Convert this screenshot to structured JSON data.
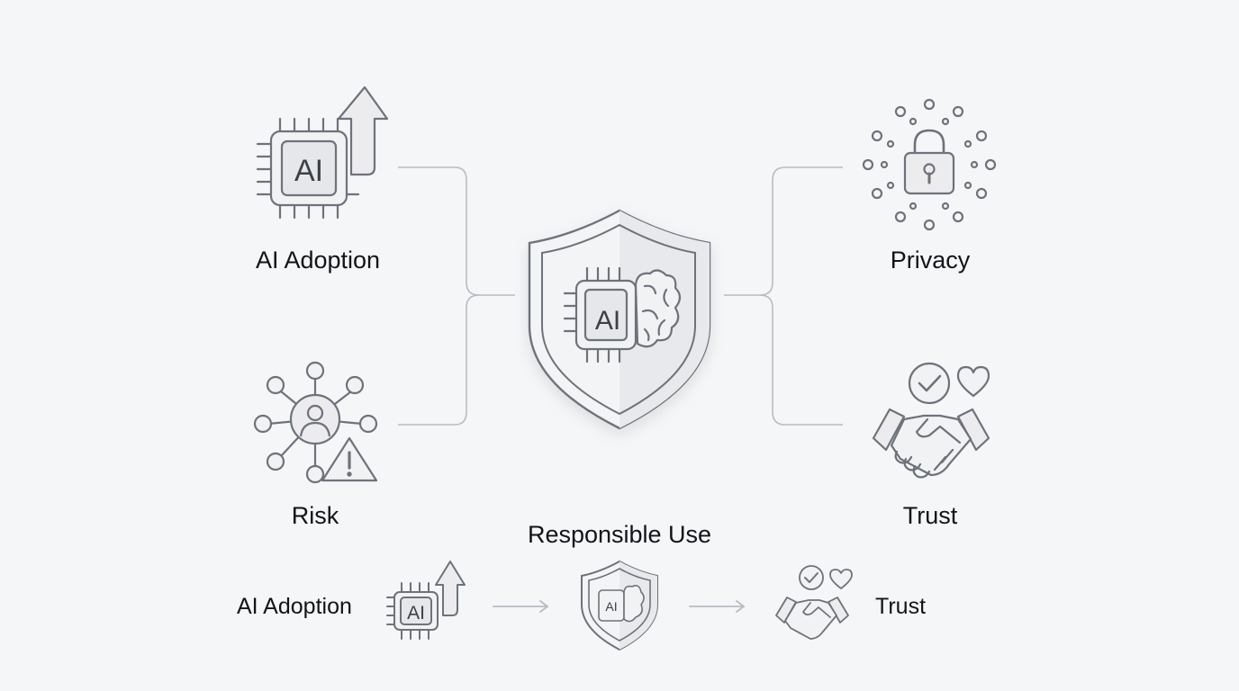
{
  "diagram": {
    "center": {
      "chip_text": "AI",
      "caption": "Responsible Use",
      "icon": "shield-chip-brain-icon"
    },
    "nodes": [
      {
        "id": "ai-adoption",
        "label": "AI Adoption",
        "icon": "ai-chip-arrow-up-icon"
      },
      {
        "id": "risk",
        "label": "Risk",
        "icon": "network-user-warning-icon"
      },
      {
        "id": "privacy",
        "label": "Privacy",
        "icon": "padlock-icon"
      },
      {
        "id": "trust",
        "label": "Trust",
        "icon": "handshake-check-heart-icon"
      }
    ],
    "flow": {
      "start_label": "AI Adoption",
      "start_chip_text": "AI",
      "middle_chip_text": "AI",
      "end_label": "Trust"
    },
    "colors": {
      "stroke": "#6e727a",
      "connector": "#b8bcc3",
      "fill": "#ececef",
      "background": "#f5f6f8"
    }
  }
}
